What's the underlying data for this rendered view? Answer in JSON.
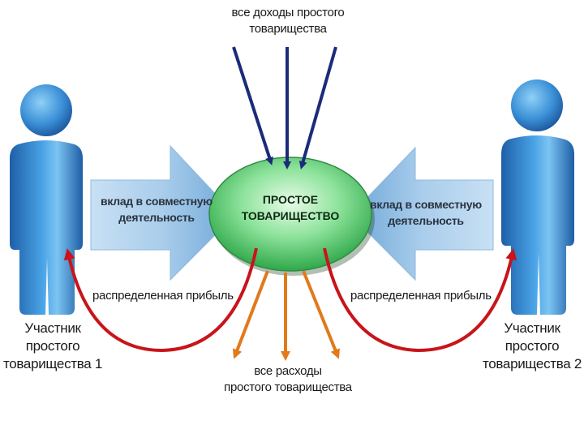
{
  "diagram": {
    "center": {
      "line1": "ПРОСТОЕ",
      "line2": "ТОВАРИЩЕСТВО"
    },
    "incomes": {
      "line1": "все доходы простого",
      "line2": "товарищества"
    },
    "expenses": {
      "line1": "все расходы",
      "line2": "простого товарищества"
    },
    "contribution_left": {
      "line1": "вклад в совместную",
      "line2": "деятельность"
    },
    "contribution_right": {
      "line1": "вклад в совместную",
      "line2": "деятельность"
    },
    "profit_left": "распределенная прибыль",
    "profit_right": "распределенная прибыль",
    "participant_left": {
      "line1": "Участник",
      "line2": "простого",
      "line3": "товарищества 1"
    },
    "participant_right": {
      "line1": "Участник",
      "line2": "простого",
      "line3": "товарищества 2"
    }
  },
  "colors": {
    "person": "#2f7fc8",
    "person_light": "#7fc0ef",
    "incomes_arrows": "#1b2b7a",
    "expenses_arrows": "#e07a1a",
    "profit_arrows": "#c8141a",
    "ellipse": "#5bd67a",
    "big_arrow": "#9ec8ea"
  }
}
